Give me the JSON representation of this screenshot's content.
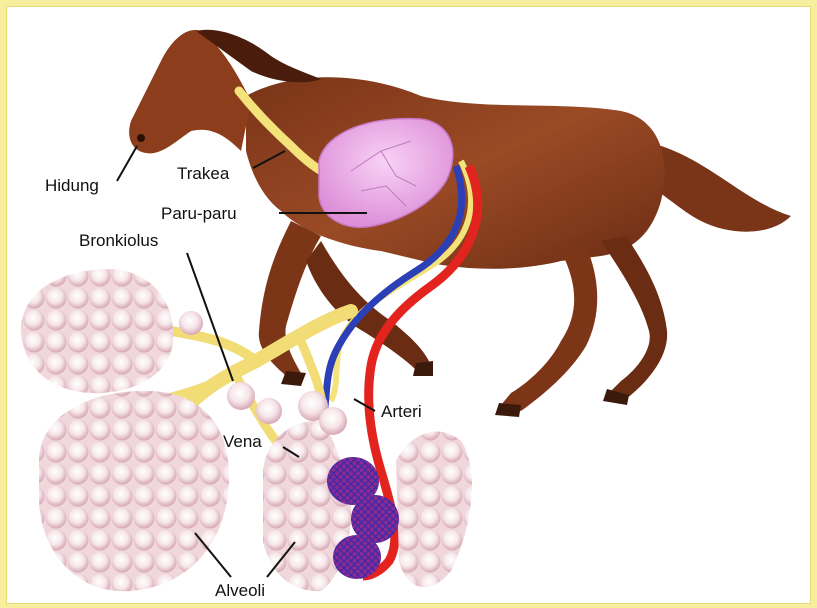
{
  "labels": {
    "hidung": "Hidung",
    "trakea": "Trakea",
    "paru_paru": "Paru-paru",
    "bronkiolus": "Bronkiolus",
    "arteri": "Arteri",
    "vena": "Vena",
    "alveoli": "Alveoli"
  },
  "colors": {
    "background_border": "#f8ef9e",
    "horse": "#8a3d1e",
    "lung": "#e9a6e6",
    "trachea": "#f4e27a",
    "artery": "#e3231e",
    "vein": "#2b3fb7",
    "alveoli": "#f6e6e9"
  }
}
